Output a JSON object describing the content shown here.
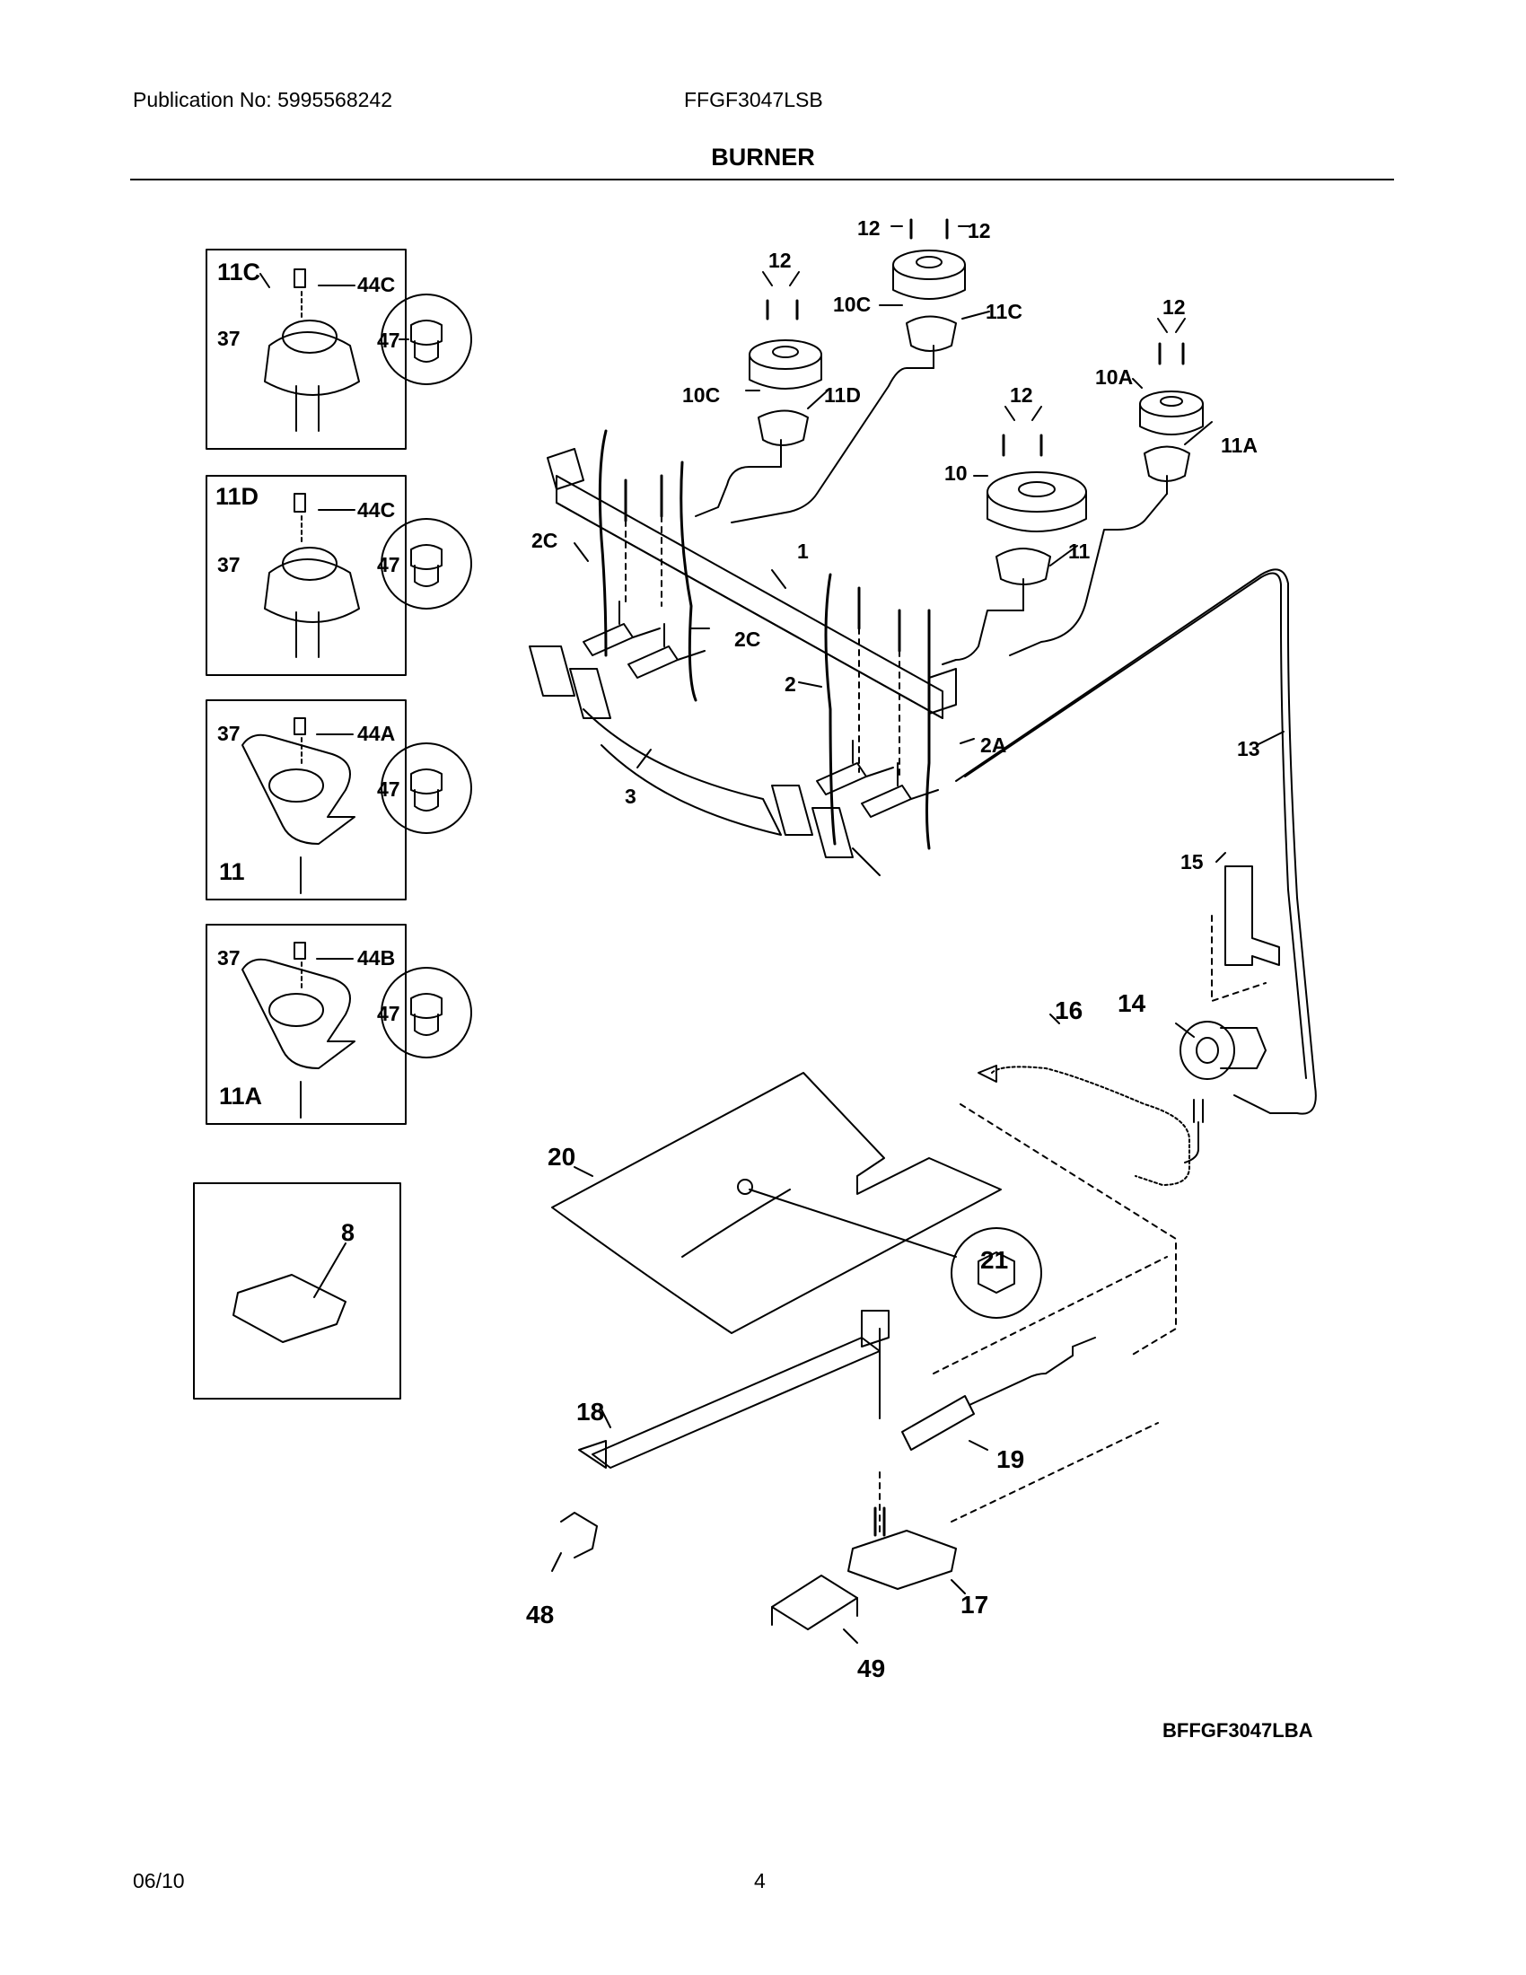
{
  "header": {
    "publication": "Publication No: 5995568242",
    "model": "FFGF3047LSB",
    "title": "BURNER"
  },
  "insets": [
    {
      "id": "11C",
      "screw": "37",
      "cap": "44C",
      "orifice": "47"
    },
    {
      "id": "11D",
      "screw": "37",
      "cap": "44C",
      "orifice": "47"
    },
    {
      "id": "11",
      "screw": "37",
      "cap": "44A",
      "orifice": "47"
    },
    {
      "id": "11A",
      "screw": "37",
      "cap": "44B",
      "orifice": "47"
    }
  ],
  "igniter_inset": {
    "label": "8"
  },
  "callouts": {
    "c12a": "12",
    "c12b": "12",
    "c12c": "12",
    "c12d": "12",
    "c12e": "12",
    "c10c_top": "10C",
    "c11c": "11C",
    "c10c_left": "10C",
    "c11d": "11D",
    "c10a": "10A",
    "c11a": "11A",
    "c10": "10",
    "c11": "11",
    "c1": "1",
    "c2c_left": "2C",
    "c2c_right": "2C",
    "c2": "2",
    "c2a": "2A",
    "c3": "3",
    "c13": "13",
    "c15": "15",
    "c16": "16",
    "c14": "14",
    "c20": "20",
    "c21": "21",
    "c18": "18",
    "c19": "19",
    "c17": "17",
    "c48": "48",
    "c49": "49"
  },
  "figure_id": "BFFGF3047LBA",
  "footer": {
    "date": "06/10",
    "page": "4"
  }
}
